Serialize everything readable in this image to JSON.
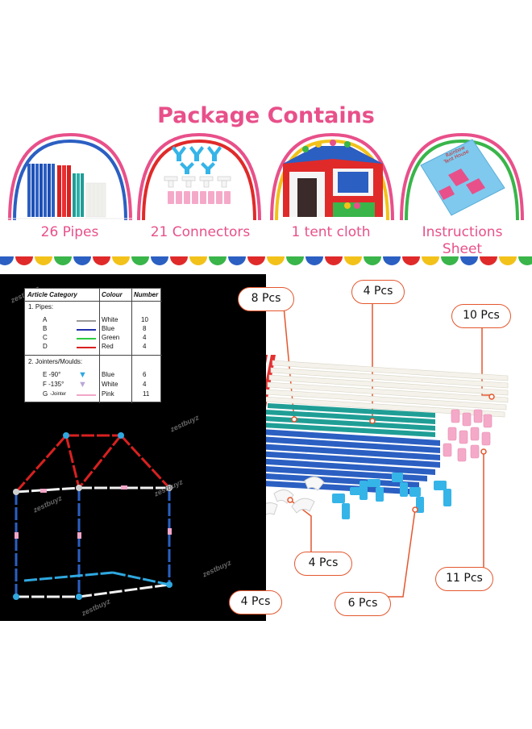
{
  "header": {
    "title": "Package Contains"
  },
  "panels": [
    {
      "label": "26 Pipes",
      "arch_color": "#2b5fc2"
    },
    {
      "label": "21 Connectors",
      "arch_color": "#e02a2a"
    },
    {
      "label": "1 tent cloth",
      "arch_color": "#f2c21a"
    },
    {
      "label_line1": "Instructions",
      "label_line2": "Sheet",
      "arch_color": "#39b54a"
    }
  ],
  "instruction_card": {
    "line1": "Rainbow",
    "line2": "Tent House"
  },
  "table": {
    "headers": {
      "category": "Article Category",
      "colour": "Colour",
      "number": "Number"
    },
    "section1": "1. Pipes:",
    "pipes": [
      {
        "id": "A",
        "colour": "White",
        "number": "10",
        "color_hex": "#e8e8e8"
      },
      {
        "id": "B",
        "colour": "Blue",
        "number": "8",
        "color_hex": "#2233aa"
      },
      {
        "id": "C",
        "colour": "Green",
        "number": "4",
        "color_hex": "#2ecc40"
      },
      {
        "id": "D",
        "colour": "Red",
        "number": "4",
        "color_hex": "#d92020"
      }
    ],
    "section2": "2. Jointers/Moulds:",
    "joints": [
      {
        "id": "E -90°",
        "colour": "Blue",
        "number": "6",
        "color_hex": "#2fa8e0"
      },
      {
        "id": "F -135°",
        "colour": "White",
        "number": "4",
        "color_hex": "#b9a8d8"
      },
      {
        "id": "G",
        "suffix": "-Jointer",
        "colour": "Pink",
        "number": "11",
        "color_hex": "#f2a6c8"
      }
    ]
  },
  "callouts": {
    "red_top": "8 Pcs",
    "green": "4 Pcs",
    "white": "10 Pcs",
    "white_joint": "4 Pcs",
    "red_bottom": "4 Pcs",
    "blue_joint": "6 Pcs",
    "pink_joint": "11 Pcs"
  },
  "colors": {
    "accent": "#e8508a",
    "callout_line": "#e4572e"
  }
}
